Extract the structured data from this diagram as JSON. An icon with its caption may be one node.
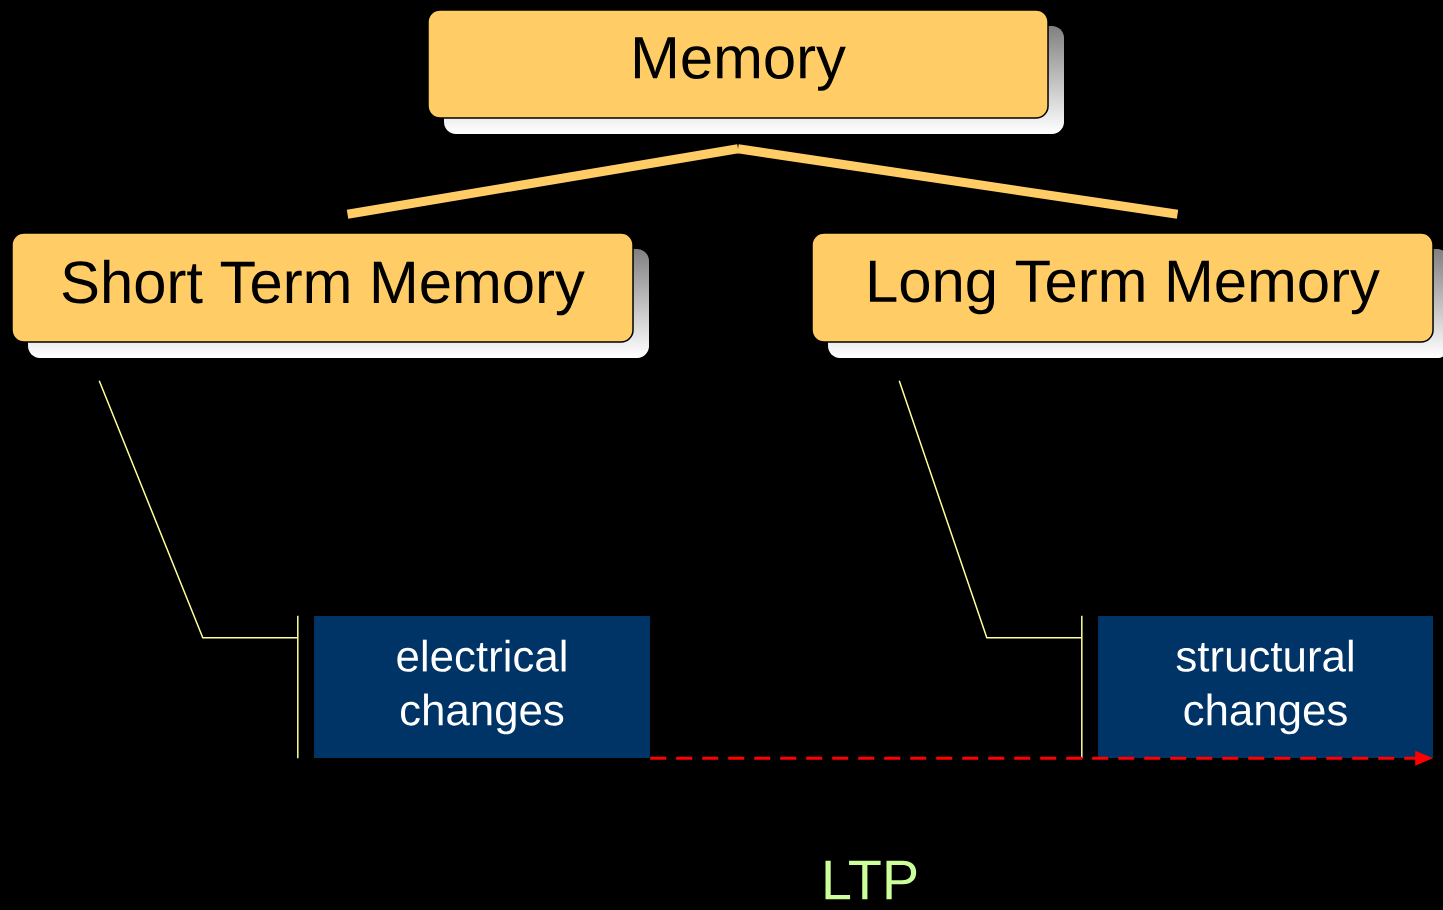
{
  "diagram": {
    "nodes": [
      {
        "text": [
          "Memory"
        ]
      },
      {
        "text": [
          "Short Term Memory"
        ]
      },
      {
        "text": [
          "Long Term Memory"
        ]
      },
      {
        "text": [
          "electrical changes"
        ]
      },
      {
        "text": [
          "structural changes"
        ]
      }
    ],
    "edges": [
      {
        "from": 0,
        "to": 1,
        "arrow": "none",
        "style": "thick"
      },
      {
        "from": 0,
        "to": 2,
        "arrow": "none",
        "style": "thick"
      },
      {
        "from": 1,
        "to": 3,
        "arrow": "none"
      },
      {
        "from": 2,
        "to": 4,
        "arrow": "none"
      },
      {
        "from": 3,
        "to": 4,
        "arrow": "to",
        "style": "dashed",
        "color": "#ff0000"
      }
    ],
    "labels": [
      "LTP"
    ]
  }
}
